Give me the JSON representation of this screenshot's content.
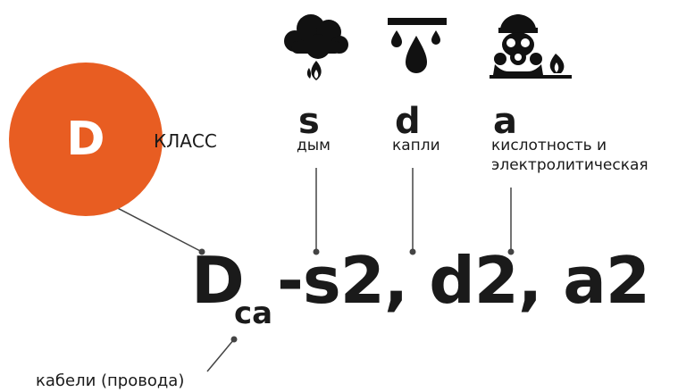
{
  "class_badge": {
    "letter": "D",
    "label": "КЛАСС",
    "color": "#e85d22"
  },
  "params": [
    {
      "letter": "s",
      "desc": "дым",
      "icon": "smoke-cloud-fire-icon"
    },
    {
      "letter": "d",
      "desc": "капли",
      "icon": "dripping-droplets-icon"
    },
    {
      "letter": "a",
      "desc_line1": "кислотность и",
      "desc_line2": "электролитическая",
      "icon": "gas-mask-fire-icon"
    }
  ],
  "code": {
    "main": "D",
    "subscript": "ca",
    "rest": "-s2, d2, a2"
  },
  "cable_label": "кабели (провода)"
}
